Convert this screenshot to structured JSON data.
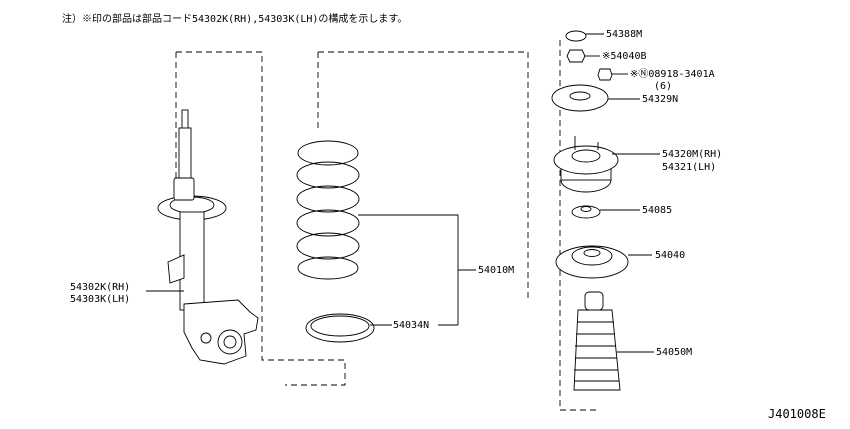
{
  "note": "注）※印の部品は部品コード54302K(RH),54303K(LH)の構成を示します。",
  "diagram_id": "J401008E",
  "callouts": {
    "strut_rh": "54302K(RH)",
    "strut_lh": "54303K(LH)",
    "spring": "54010M",
    "seat_lower": "54034N",
    "cap": "54388M",
    "nut": "※54040B",
    "bolt": "※Ⓝ08918-3401A",
    "bolt_qty": "(6)",
    "plate": "54329N",
    "mount_rh": "54320M(RH)",
    "mount_lh": "54321(LH)",
    "bearing": "54085",
    "seat_upper": "54040",
    "bound_bumper": "54050M"
  }
}
